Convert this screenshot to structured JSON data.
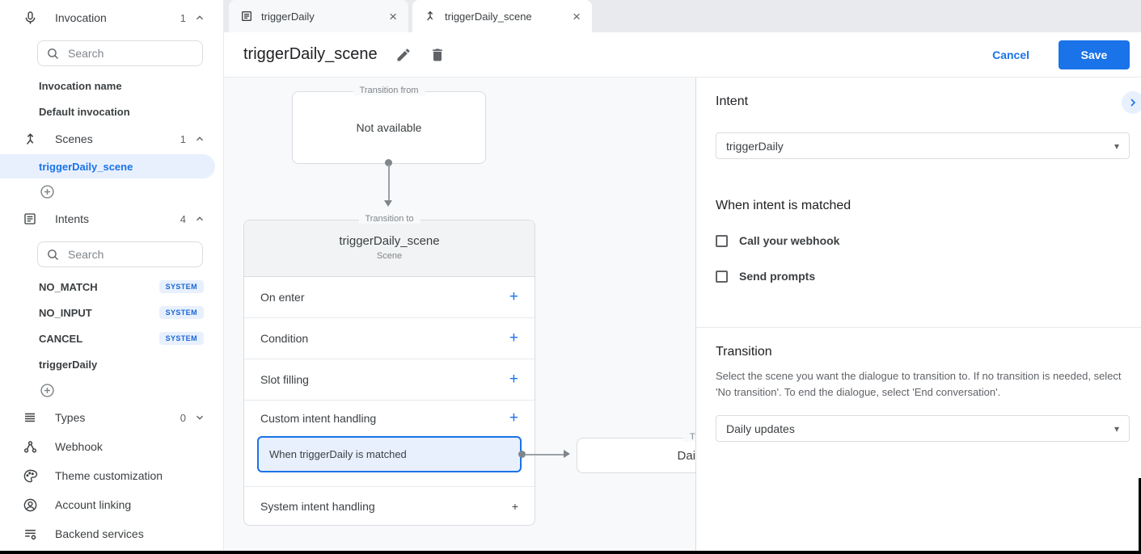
{
  "glyphs": {
    "close": "×",
    "caret": "▾",
    "plus": "+"
  },
  "tabs": [
    {
      "label": "triggerDaily",
      "icon": "intent-icon"
    },
    {
      "label": "triggerDaily_scene",
      "icon": "scene-icon"
    }
  ],
  "header": {
    "title": "triggerDaily_scene",
    "cancel_label": "Cancel",
    "save_label": "Save"
  },
  "sidebar": {
    "invocation": {
      "label": "Invocation",
      "count": "1",
      "icon": "microphone-icon"
    },
    "search_placeholder": "Search",
    "invocation_items": [
      {
        "label": "Invocation name"
      },
      {
        "label": "Default invocation"
      }
    ],
    "scenes": {
      "label": "Scenes",
      "count": "1",
      "icon": "scene-icon"
    },
    "scene_items": [
      {
        "label": "triggerDaily_scene"
      }
    ],
    "intents": {
      "label": "Intents",
      "count": "4",
      "icon": "intent-icon"
    },
    "intent_items": [
      {
        "label": "NO_MATCH",
        "badge": "SYSTEM"
      },
      {
        "label": "NO_INPUT",
        "badge": "SYSTEM"
      },
      {
        "label": "CANCEL",
        "badge": "SYSTEM"
      },
      {
        "label": "triggerDaily",
        "badge": ""
      }
    ],
    "types": {
      "label": "Types",
      "count": "0",
      "icon": "types-icon"
    },
    "links": [
      {
        "label": "Webhook",
        "icon": "webhook-icon"
      },
      {
        "label": "Theme customization",
        "icon": "palette-icon"
      },
      {
        "label": "Account linking",
        "icon": "account-icon"
      },
      {
        "label": "Backend services",
        "icon": "backend-services-icon"
      }
    ]
  },
  "canvas": {
    "transition_from": {
      "label": "Transition from",
      "content": "Not available"
    },
    "scene_card": {
      "label": "Transition to",
      "title": "triggerDaily_scene",
      "subtitle": "Scene",
      "rows": [
        {
          "label": "On enter"
        },
        {
          "label": "Condition"
        },
        {
          "label": "Slot filling"
        },
        {
          "label": "Custom intent handling"
        },
        {
          "label": "System intent handling"
        }
      ],
      "selected_handler": "When triggerDaily is matched"
    },
    "target_card": {
      "label": "Transition to",
      "title": "Daily updates"
    }
  },
  "panel": {
    "intent_heading": "Intent",
    "intent_value": "triggerDaily",
    "matched_heading": "When intent is matched",
    "checkboxes": [
      {
        "label": "Call your webhook",
        "checked": false
      },
      {
        "label": "Send prompts",
        "checked": false
      }
    ],
    "transition_heading": "Transition",
    "transition_description": "Select the scene you want the dialogue to transition to. If no transition is needed, select 'No transition'. To end the dialogue, select 'End conversation'.",
    "transition_value": "Daily updates"
  },
  "colors": {
    "accent": "#1a73e8",
    "selection_bg": "#e8f0fe",
    "badge_text": "#1967d2",
    "canvas_bg": "#f8f9fa"
  }
}
